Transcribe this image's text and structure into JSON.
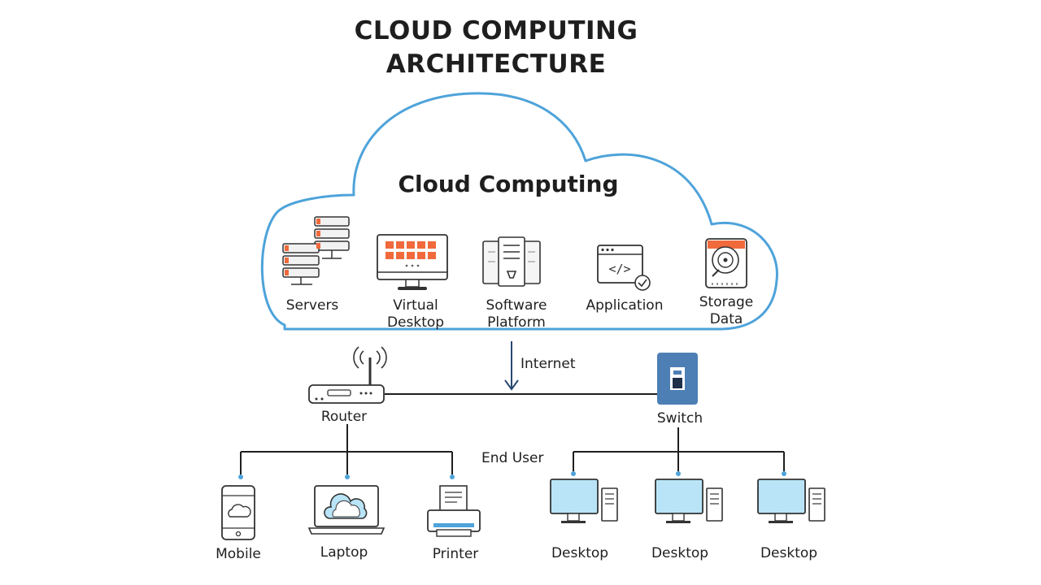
{
  "title": {
    "line1": "CLOUD COMPUTING",
    "line2": "ARCHITECTURE"
  },
  "cloud": {
    "title": "Cloud Computing",
    "services": [
      {
        "line1": "Servers",
        "line2": "",
        "icon": "server-rack-icon"
      },
      {
        "line1": "Virtual",
        "line2": "Desktop",
        "icon": "monitor-icon"
      },
      {
        "line1": "Software",
        "line2": "Platform",
        "icon": "server-tower-icon"
      },
      {
        "line1": "Application",
        "line2": "",
        "icon": "code-window-icon"
      },
      {
        "line1": "Storage",
        "line2": "Data",
        "icon": "hard-drive-icon"
      }
    ]
  },
  "network": {
    "internet": "Internet",
    "router": "Router",
    "switch": "Switch",
    "end_user": "End User"
  },
  "devices": [
    {
      "label": "Mobile",
      "icon": "mobile-icon"
    },
    {
      "label": "Laptop",
      "icon": "laptop-icon"
    },
    {
      "label": "Printer",
      "icon": "printer-icon"
    },
    {
      "label": "Desktop",
      "icon": "desktop-icon"
    },
    {
      "label": "Desktop",
      "icon": "desktop-icon"
    },
    {
      "label": "Desktop",
      "icon": "desktop-icon"
    }
  ],
  "colors": {
    "cloud_outline": "#4ea3da",
    "accent_orange": "#f06a3c",
    "line": "#1f1f1f",
    "screen": "#b9e4f7",
    "switch_blue": "#4d7fb5"
  }
}
